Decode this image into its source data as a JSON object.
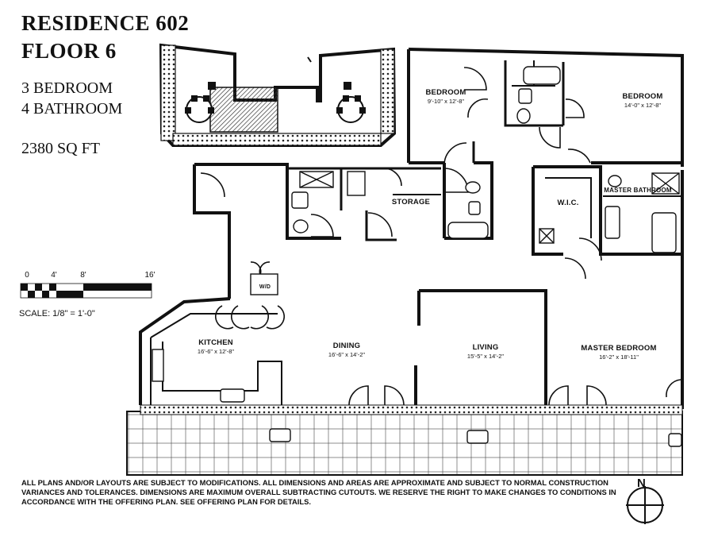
{
  "header": {
    "title": "RESIDENCE 602",
    "floor": "FLOOR 6",
    "bedrooms": "3 BEDROOM",
    "bathrooms": "4 BATHROOM",
    "area": "2380 SQ FT"
  },
  "rooms": {
    "bedroom_1": {
      "name": "BEDROOM",
      "dims": "9'-10\" x 12'-8\""
    },
    "bedroom_2": {
      "name": "BEDROOM",
      "dims": "14'-0\" x 12'-8\""
    },
    "storage": {
      "name": "STORAGE"
    },
    "wic": {
      "name": "W.I.C."
    },
    "master_bath": {
      "name": "MASTER BATHROOM"
    },
    "kitchen": {
      "name": "KITCHEN",
      "dims": "16'-6\" x 12'-8\""
    },
    "dining": {
      "name": "DINING",
      "dims": "16'-6\" x 14'-2\""
    },
    "living": {
      "name": "LIVING",
      "dims": "15'-5\" x 14'-2\""
    },
    "master_bedroom": {
      "name": "MASTER BEDROOM",
      "dims": "16'-2\" x 18'-11\""
    },
    "wd": {
      "name": "W/D"
    }
  },
  "scale": {
    "ticks": [
      "0",
      "4'",
      "8'",
      "16'"
    ],
    "label": "SCALE: 1/8\" = 1'-0\""
  },
  "disclaimer": "ALL PLANS AND/OR LAYOUTS ARE SUBJECT TO MODIFICATIONS.  ALL DIMENSIONS AND AREAS ARE APPROXIMATE AND SUBJECT TO NORMAL CONSTRUCTION VARIANCES AND TOLERANCES.  DIMENSIONS ARE MAXIMUM OVERALL SUBTRACTING CUTOUTS.  WE RESERVE THE RIGHT TO MAKE CHANGES TO CONDITIONS IN ACCORDANCE WITH THE OFFERING PLAN.  SEE OFFERING PLAN FOR DETAILS.",
  "compass": {
    "label": "N"
  }
}
